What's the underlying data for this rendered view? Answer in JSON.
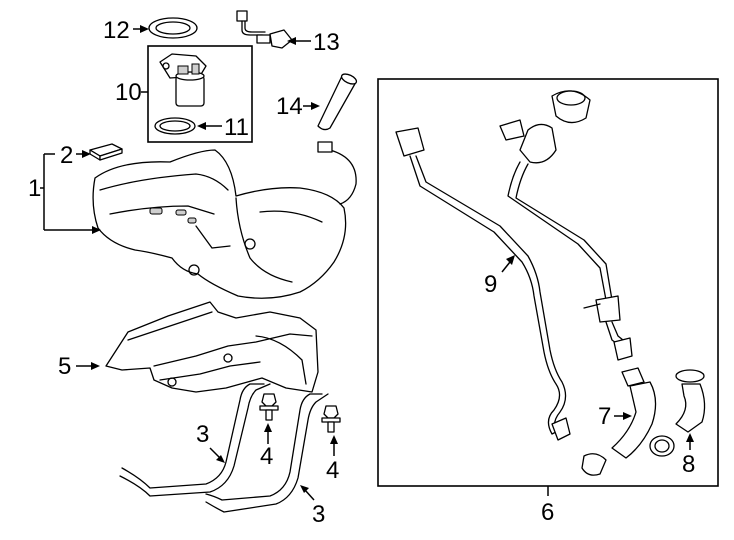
{
  "diagram": {
    "callouts": {
      "c1": "1",
      "c2": "2",
      "c3a": "3",
      "c3b": "3",
      "c4a": "4",
      "c4b": "4",
      "c5": "5",
      "c6": "6",
      "c7": "7",
      "c8": "8",
      "c9": "9",
      "c10": "10",
      "c11": "11",
      "c12": "12",
      "c13": "13",
      "c14": "14"
    },
    "parts": [
      {
        "ref": "fuel-tank",
        "label": "1"
      },
      {
        "ref": "pad",
        "label": "2"
      },
      {
        "ref": "tank-strap",
        "label": "3"
      },
      {
        "ref": "strap-bolt",
        "label": "4"
      },
      {
        "ref": "heat-shield",
        "label": "5"
      },
      {
        "ref": "filler-pipe-assembly",
        "label": "6"
      },
      {
        "ref": "filler-hose",
        "label": "7"
      },
      {
        "ref": "vent-hose",
        "label": "8"
      },
      {
        "ref": "vent-tube",
        "label": "9"
      },
      {
        "ref": "fuel-pump-module",
        "label": "10"
      },
      {
        "ref": "pump-seal",
        "label": "11"
      },
      {
        "ref": "lock-ring",
        "label": "12"
      },
      {
        "ref": "wiring-harness",
        "label": "13"
      },
      {
        "ref": "fuel-filter",
        "label": "14"
      }
    ]
  }
}
